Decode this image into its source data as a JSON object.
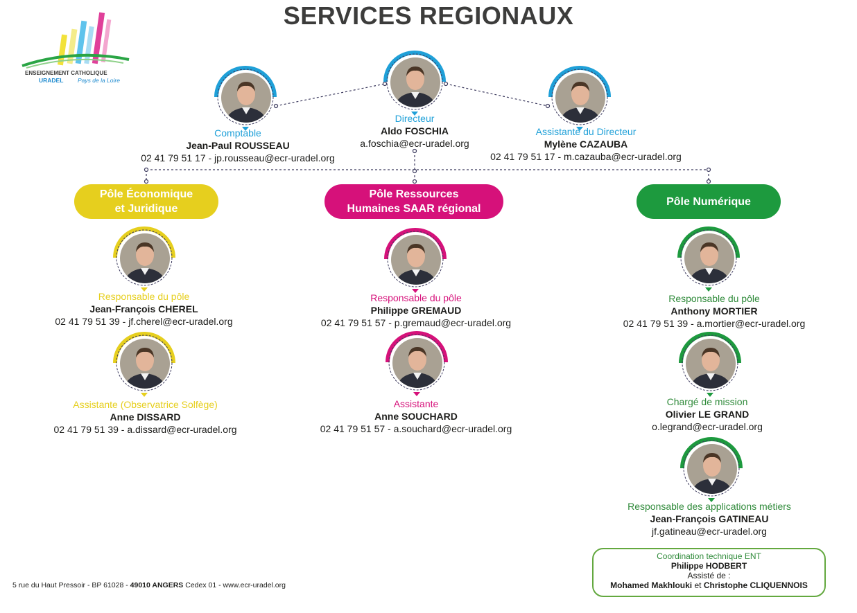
{
  "title": "SERVICES REGIONAUX",
  "logo": {
    "line1": "ENSEIGNEMENT CATHOLIQUE",
    "line2": "URADEL",
    "line3": "Pays de la Loire"
  },
  "colors": {
    "blue": "#1fa0d8",
    "yellow": "#e6cf1e",
    "magenta": "#d6117a",
    "green": "#1d9a3e"
  },
  "direction": {
    "director": {
      "role": "Directeur",
      "name": "Aldo FOSCHIA",
      "contact": "a.foschia@ecr-uradel.org"
    },
    "accountant": {
      "role": "Comptable",
      "name": "Jean-Paul ROUSSEAU",
      "contact": "02 41 79 51 17 - jp.rousseau@ecr-uradel.org"
    },
    "assistant": {
      "role": "Assistante du Directeur",
      "name": "Mylène CAZAUBA",
      "contact": "02 41 79 51 17 - m.cazauba@ecr-uradel.org"
    }
  },
  "poles": [
    {
      "label": "Pôle Économique\net Juridique",
      "members": [
        {
          "role": "Responsable du pôle",
          "name": "Jean-François CHEREL",
          "contact": "02 41 79 51 39 - jf.cherel@ecr-uradel.org"
        },
        {
          "role": "Assistante (Observatrice Solfège)",
          "name": "Anne DISSARD",
          "contact": "02 41 79 51 39 - a.dissard@ecr-uradel.org"
        }
      ]
    },
    {
      "label": "Pôle Ressources\nHumaines SAAR régional",
      "members": [
        {
          "role": "Responsable du pôle",
          "name": "Philippe GREMAUD",
          "contact": "02 41 79 51 57 - p.gremaud@ecr-uradel.org"
        },
        {
          "role": "Assistante",
          "name": "Anne SOUCHARD",
          "contact": "02 41 79 51 57 - a.souchard@ecr-uradel.org"
        }
      ]
    },
    {
      "label": "Pôle Numérique",
      "members": [
        {
          "role": "Responsable du pôle",
          "name": "Anthony MORTIER",
          "contact": "02 41 79 51 39 - a.mortier@ecr-uradel.org"
        },
        {
          "role": "Chargé de mission",
          "name": "Olivier LE GRAND",
          "contact": "o.legrand@ecr-uradel.org"
        },
        {
          "role": "Responsable des applications métiers",
          "name": "Jean-François GATINEAU",
          "contact": "jf.gatineau@ecr-uradel.org"
        }
      ]
    }
  ],
  "ent": {
    "title": "Coordination technique ENT",
    "lead": "Philippe HODBERT",
    "assisted_by": "Assisté de :",
    "helper1": "Mohamed Makhlouki",
    "and": "et",
    "helper2": "Christophe CLIQUENNOIS"
  },
  "footer": {
    "address": "5 rue du Haut Pressoir - BP 61028 -",
    "city": "49010 ANGERS",
    "rest": "Cedex 01 - www.ecr-uradel.org"
  }
}
